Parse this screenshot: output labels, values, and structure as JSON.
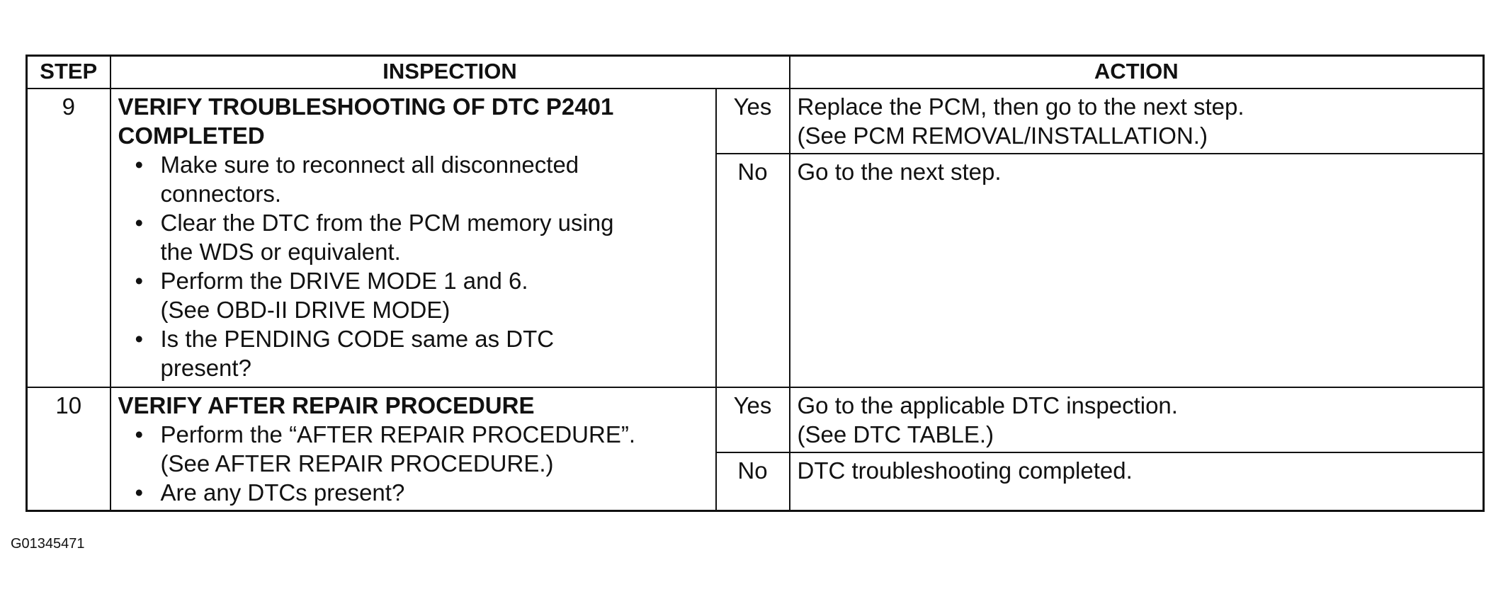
{
  "table": {
    "headers": {
      "step": "STEP",
      "inspection": "INSPECTION",
      "action": "ACTION"
    },
    "rows": [
      {
        "step": "9",
        "title_lines": [
          "VERIFY TROUBLESHOOTING OF DTC P2401",
          "COMPLETED"
        ],
        "bullets": [
          [
            "Make sure to reconnect all disconnected",
            "connectors."
          ],
          [
            "Clear the DTC from the PCM memory using",
            "the WDS or equivalent."
          ],
          [
            "Perform the DRIVE MODE 1 and 6.",
            "(See OBD-II DRIVE MODE)"
          ],
          [
            "Is the PENDING CODE same as DTC",
            "present?"
          ]
        ],
        "yes_label": "Yes",
        "yes_action": [
          "Replace the PCM, then go to the next step.",
          "(See PCM REMOVAL/INSTALLATION.)"
        ],
        "no_label": "No",
        "no_action": [
          "Go to the next step."
        ]
      },
      {
        "step": "10",
        "title_lines": [
          "VERIFY AFTER REPAIR PROCEDURE"
        ],
        "bullets": [
          [
            "Perform the “AFTER REPAIR PROCEDURE”.",
            "(See AFTER REPAIR PROCEDURE.)"
          ],
          [
            "Are any DTCs present?"
          ]
        ],
        "yes_label": "Yes",
        "yes_action": [
          "Go to the applicable DTC inspection.",
          "(See DTC TABLE.)"
        ],
        "no_label": "No",
        "no_action": [
          "DTC troubleshooting completed."
        ]
      }
    ]
  },
  "figure_id": "G01345471"
}
